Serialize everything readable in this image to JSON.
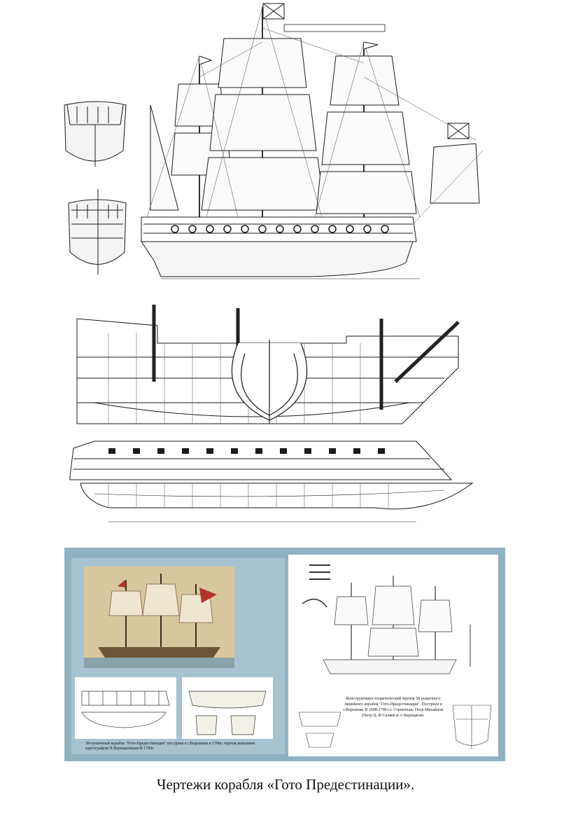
{
  "page": {
    "caption": "Чертежи корабля «Гото Предестинации»."
  },
  "photo": {
    "left_card_caption": "58-пушечный корабль \"Гото-Предестинация\" построен в г.Воронеже в 1700г. чертеж выполнен картографом П.Верещагиным В 1700г.",
    "right_card_caption": "Конструктивно-теоретический чертеж 58 пушечного линейного корабля \"Гото-Предестинация\". Построен в г.Воронеже В 1698-1700 г.г. Строители: Петр Михайлов (Петр I), Ф Скляев и А Верещагин."
  },
  "colors": {
    "ink": "#1a1a1a",
    "paper": "#ffffff",
    "water_blue": "#7fa6b8",
    "painting_sepia": "#c9b48a"
  }
}
